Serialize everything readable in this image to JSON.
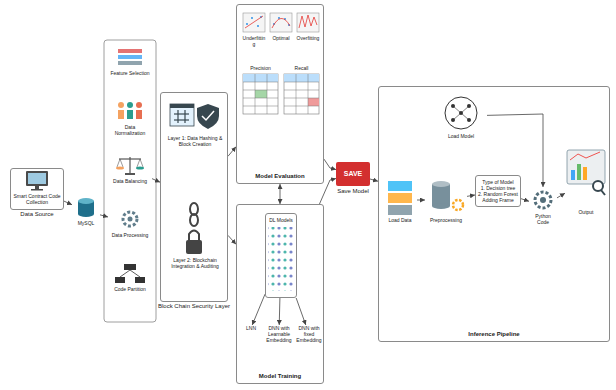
{
  "diagram": {
    "nodes": [
      {
        "text": [
          "Smart Contract Code Collection",
          "Data Source"
        ]
      },
      {
        "text": [
          "MySQL"
        ]
      },
      {
        "text": [
          "Feature Selection"
        ]
      },
      {
        "text": [
          "Data Normalization"
        ]
      },
      {
        "text": [
          "Data Balancing"
        ]
      },
      {
        "text": [
          "Data Processing"
        ]
      },
      {
        "text": [
          "Code Partition"
        ]
      },
      {
        "text": [
          "Block Chain Security Layer"
        ]
      },
      {
        "text": [
          "Layer 1: Data Hashing & Block Creation"
        ],
        "in": 7
      },
      {
        "text": [
          "Layer 2: Blockchain Integration & Auditing"
        ],
        "in": 7
      },
      {
        "text": [
          "Model Evaluation"
        ]
      },
      {
        "text": [
          "Underfitting"
        ],
        "in": 10
      },
      {
        "text": [
          "Optimal"
        ],
        "in": 10
      },
      {
        "text": [
          "Overfitting"
        ],
        "in": 10
      },
      {
        "text": [
          "Precision"
        ],
        "in": 10
      },
      {
        "text": [
          "Recall"
        ],
        "in": 10
      },
      {
        "text": [
          "Model Training"
        ]
      },
      {
        "text": [
          "DL Models"
        ],
        "in": 16
      },
      {
        "text": [
          "LNN"
        ],
        "in": 16
      },
      {
        "text": [
          "DNN with Learnable Embedding"
        ],
        "in": 16
      },
      {
        "text": [
          "DNN with fixed Embedding"
        ],
        "in": 16
      },
      {
        "text": [
          "SAVE",
          "Save Model"
        ]
      },
      {
        "text": [
          "Inference Pipeline"
        ]
      },
      {
        "text": [
          "Load Model"
        ],
        "in": 22
      },
      {
        "text": [
          "Load Data"
        ],
        "in": 22
      },
      {
        "text": [
          "Preprocessing"
        ],
        "in": 22
      },
      {
        "text": [
          "Type of Model",
          "1. Decision tree",
          "2. Random Forest",
          "Adding Frame"
        ],
        "in": 22
      },
      {
        "text": [
          "Python Code"
        ],
        "in": 22
      },
      {
        "text": [
          "Output"
        ],
        "in": 22
      }
    ],
    "edges": [
      {
        "from": 0,
        "to": 1,
        "arrow": "to"
      },
      {
        "from": 1,
        "to": 5,
        "arrow": "to"
      },
      {
        "from": 4,
        "to": 7,
        "arrow": "to"
      },
      {
        "from": 7,
        "to": 10,
        "arrow": "to"
      },
      {
        "from": 7,
        "to": 16,
        "arrow": "to"
      },
      {
        "from": 10,
        "to": 16,
        "arrow": "both"
      },
      {
        "from": 17,
        "to": 18,
        "arrow": "to"
      },
      {
        "from": 17,
        "to": 19,
        "arrow": "to"
      },
      {
        "from": 17,
        "to": 20,
        "arrow": "to"
      },
      {
        "from": 10,
        "to": 21,
        "arrow": "to"
      },
      {
        "from": 16,
        "to": 21,
        "arrow": "to"
      },
      {
        "from": 21,
        "to": 22,
        "arrow": "to"
      },
      {
        "from": 24,
        "to": 25,
        "arrow": "to"
      },
      {
        "from": 25,
        "to": 26,
        "arrow": "to"
      },
      {
        "from": 26,
        "to": 27,
        "arrow": "to"
      },
      {
        "from": 23,
        "to": 27,
        "arrow": "to"
      },
      {
        "from": 27,
        "to": 28,
        "arrow": "to"
      }
    ]
  }
}
